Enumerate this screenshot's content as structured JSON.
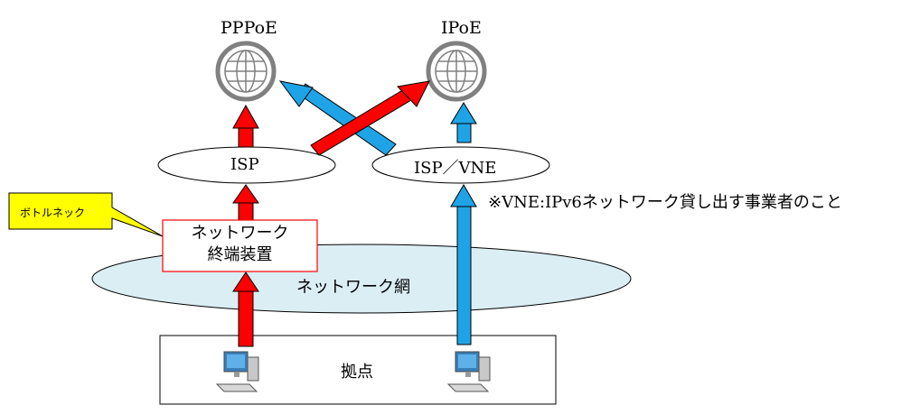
{
  "diagram": {
    "pppoe_label": "PPPoE",
    "ipoe_label": "IPoE",
    "isp_label": "ISP",
    "isp_vne_label": "ISP／VNE",
    "note": "※VNE:IPv6ネットワーク貸し出す事業者のこと",
    "terminal_device_label_line1": "ネットワーク",
    "terminal_device_label_line2": "終端装置",
    "network_label": "ネットワーク網",
    "site_label": "拠点",
    "callout_label": "ボトルネック",
    "colors": {
      "pppoe_path": "#ff0000",
      "ipoe_path": "#1ea4e6",
      "network_fill": "#dbeef4",
      "callout_fill": "#ffff00",
      "terminal_border": "#ff0000",
      "globe": "#808080"
    }
  }
}
